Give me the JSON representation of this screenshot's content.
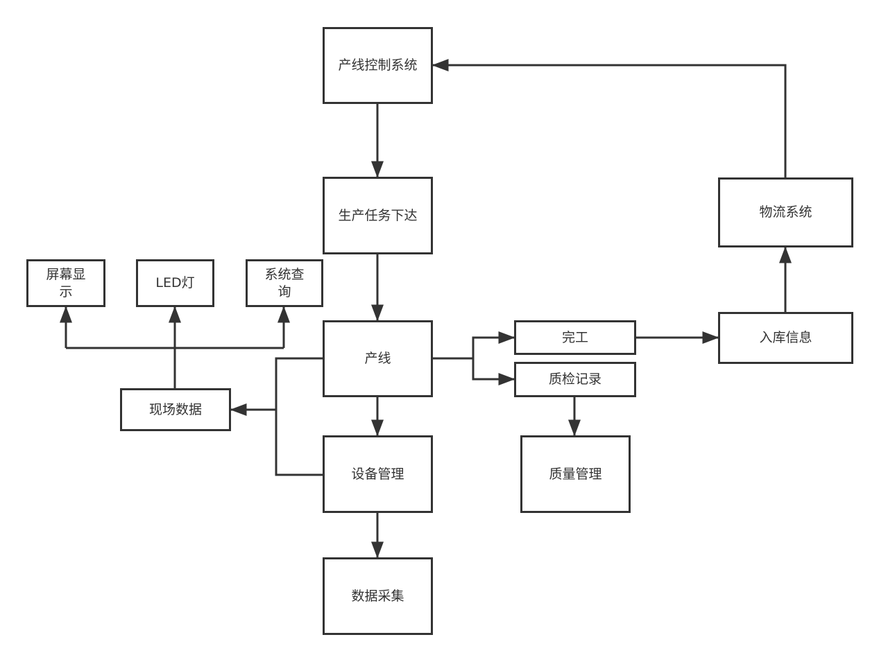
{
  "colors": {
    "stroke": "#333333",
    "background": "#ffffff",
    "text": "#333333"
  },
  "nodes": {
    "control_system": "产线控制系统",
    "task_dispatch": "生产任务下达",
    "screen_display": "屏幕显示",
    "led_light": "LED灯",
    "system_query": "系统查询",
    "production_line": "产线",
    "onsite_data": "现场数据",
    "equipment_mgmt": "设备管理",
    "data_collection": "数据采集",
    "completion": "完工",
    "qc_record": "质检记录",
    "quality_mgmt": "质量管理",
    "warehouse_info": "入库信息",
    "logistics_system": "物流系统"
  },
  "edges": [
    {
      "from": "control_system",
      "to": "task_dispatch"
    },
    {
      "from": "task_dispatch",
      "to": "production_line"
    },
    {
      "from": "production_line",
      "to": "equipment_mgmt"
    },
    {
      "from": "equipment_mgmt",
      "to": "data_collection"
    },
    {
      "from": "production_line",
      "to": "onsite_data"
    },
    {
      "from": "equipment_mgmt",
      "to": "onsite_data"
    },
    {
      "from": "onsite_data",
      "to": "screen_display"
    },
    {
      "from": "onsite_data",
      "to": "led_light"
    },
    {
      "from": "onsite_data",
      "to": "system_query"
    },
    {
      "from": "production_line",
      "to": "completion"
    },
    {
      "from": "production_line",
      "to": "qc_record"
    },
    {
      "from": "qc_record",
      "to": "quality_mgmt"
    },
    {
      "from": "completion",
      "to": "warehouse_info"
    },
    {
      "from": "warehouse_info",
      "to": "logistics_system"
    },
    {
      "from": "logistics_system",
      "to": "control_system"
    }
  ]
}
